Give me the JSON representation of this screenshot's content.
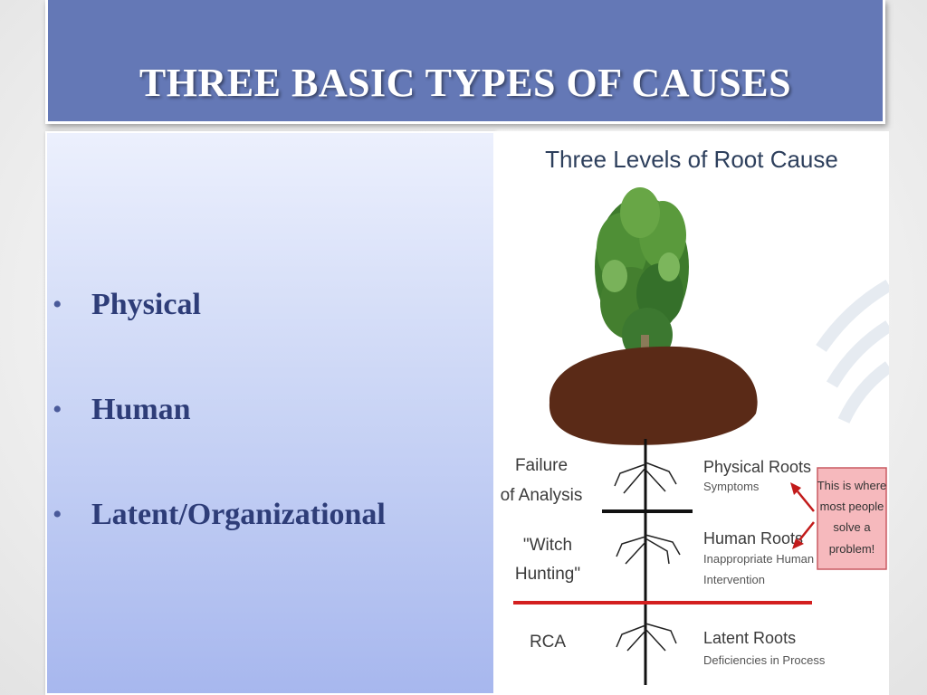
{
  "slide": {
    "title": "THREE BASIC TYPES OF CAUSES",
    "bullets": [
      "Physical",
      "Human",
      "Latent/Organizational"
    ]
  },
  "diagram": {
    "title": "Three Levels of Root Cause",
    "left_labels": {
      "failure_line1": "Failure",
      "failure_line2": "of Analysis",
      "witch_line1": "\"Witch",
      "witch_line2": "Hunting\"",
      "rca": "RCA"
    },
    "right_labels": {
      "physical_title": "Physical Roots",
      "physical_sub": "Symptoms",
      "human_title": "Human Roots",
      "human_sub_line1": "Inappropriate  Human",
      "human_sub_line2": "Intervention",
      "latent_title": "Latent Roots",
      "latent_sub": "Deficiencies in Process"
    },
    "callout": {
      "line1": "This is where",
      "line2": "most people",
      "line3": "solve a",
      "line4": "problem!"
    },
    "colors": {
      "soil": "#5a2a17",
      "divider_black": "#111111",
      "divider_red": "#d31f1f",
      "callout_fill": "#f6b9bd",
      "arrow": "#c21b1b",
      "title_bar": "#6478b6"
    }
  }
}
